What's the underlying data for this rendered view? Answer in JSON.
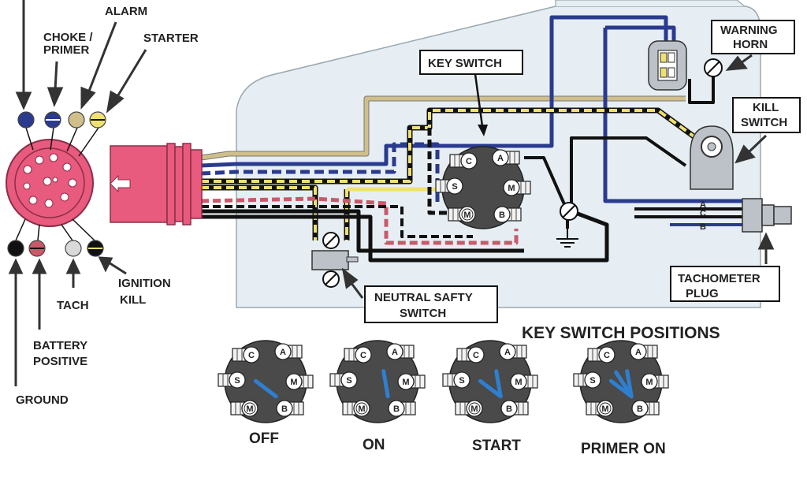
{
  "labels": {
    "top_cut": "",
    "alarm": "ALARM",
    "choke_primer_1": "CHOKE /",
    "choke_primer_2": "PRIMER",
    "starter": "STARTER",
    "ignition_kill_1": "IGNITION",
    "ignition_kill_2": "KILL",
    "tach": "TACH",
    "battery_positive_1": "BATTERY",
    "battery_positive_2": "POSITIVE",
    "ground": "GROUND"
  },
  "boxes": {
    "key_switch": "KEY SWITCH",
    "warning_horn_1": "WARNING",
    "warning_horn_2": "HORN",
    "kill_switch_1": "KILL",
    "kill_switch_2": "SWITCH",
    "tachometer_plug_1": "TACHOMETER",
    "tachometer_plug_2": "PLUG",
    "neutral_safety_1": "NEUTRAL SAFTY",
    "neutral_safety_2": "SWITCH"
  },
  "key_switch_terminals": {
    "c": "C",
    "a": "A",
    "s": "S",
    "m": "M",
    "m_ring": "M",
    "b": "B"
  },
  "tach_terminals": [
    "A",
    "C",
    "B"
  ],
  "positions": {
    "title": "KEY SWITCH POSITIONS",
    "off": "OFF",
    "on": "ON",
    "start": "START",
    "primer_on": "PRIMER ON"
  },
  "colors": {
    "panel": "#e6eef3",
    "connector": "#e85a7e",
    "wire_blue": "#2a3b8f",
    "wire_yellow": "#f0e070",
    "wire_tan": "#d0bf8a",
    "wire_red": "#c85a6a",
    "wire_black": "#111111",
    "switch_blue": "#2f7fd0"
  }
}
